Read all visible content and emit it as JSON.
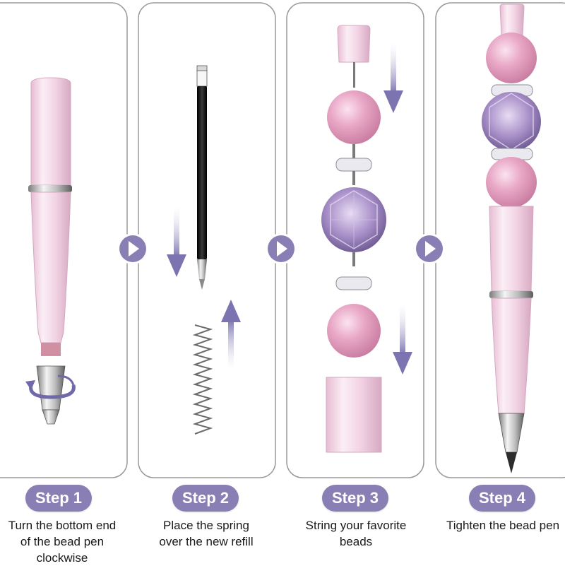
{
  "steps": [
    {
      "label": "Step 1",
      "caption": [
        "Turn the bottom end",
        "of the bead pen",
        "clockwise"
      ]
    },
    {
      "label": "Step 2",
      "caption": [
        "Place the spring",
        "over the new refill"
      ]
    },
    {
      "label": "Step 3",
      "caption": [
        "String your favorite",
        "beads"
      ]
    },
    {
      "label": "Step 4",
      "caption": [
        "Tighten the bead pen"
      ]
    }
  ],
  "colors": {
    "accent": "#8a7fb4",
    "arrow": "#7b74b0",
    "pen_pink": "#f2d3e3",
    "pearl": "#e49bbd",
    "crystal": "#9a83b9",
    "panel_border": "#9a9a9a"
  },
  "icons": [
    "chevron-right-icon",
    "arrow-down-icon",
    "arrow-up-icon",
    "rotate-icon"
  ]
}
